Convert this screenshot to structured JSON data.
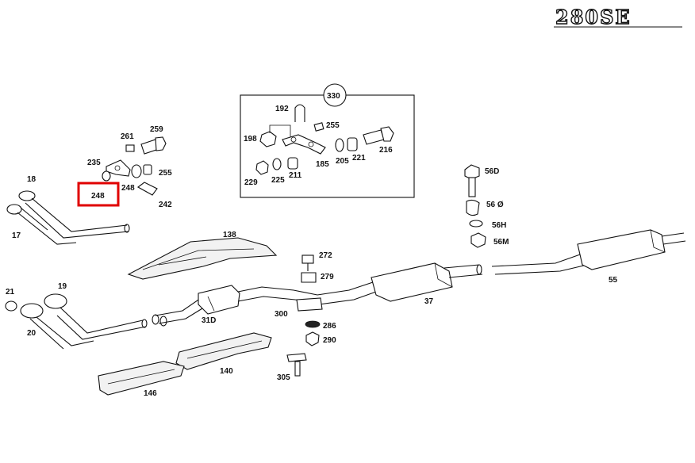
{
  "model_badge": "280SE",
  "highlight": {
    "part": "248",
    "color": "#e00000"
  },
  "labels": {
    "p330": "330",
    "p192": "192",
    "p255a": "255",
    "p198": "198",
    "p216": "216",
    "p205": "205",
    "p221": "221",
    "p185": "185",
    "p229": "229",
    "p225": "225",
    "p211": "211",
    "p261": "261",
    "p259": "259",
    "p235": "235",
    "p248a": "248",
    "p255b": "255",
    "p248b": "248",
    "p242": "242",
    "p18": "18",
    "p17": "17",
    "p56d": "56D",
    "p56q": "56 Ø",
    "p56h": "56H",
    "p56m": "56M",
    "p138": "138",
    "p272": "272",
    "p279": "279",
    "p55": "55",
    "p37": "37",
    "p21": "21",
    "p19": "19",
    "p20": "20",
    "p31d": "31D",
    "p300": "300",
    "p286": "286",
    "p290": "290",
    "p140": "140",
    "p305": "305",
    "p146": "146"
  }
}
